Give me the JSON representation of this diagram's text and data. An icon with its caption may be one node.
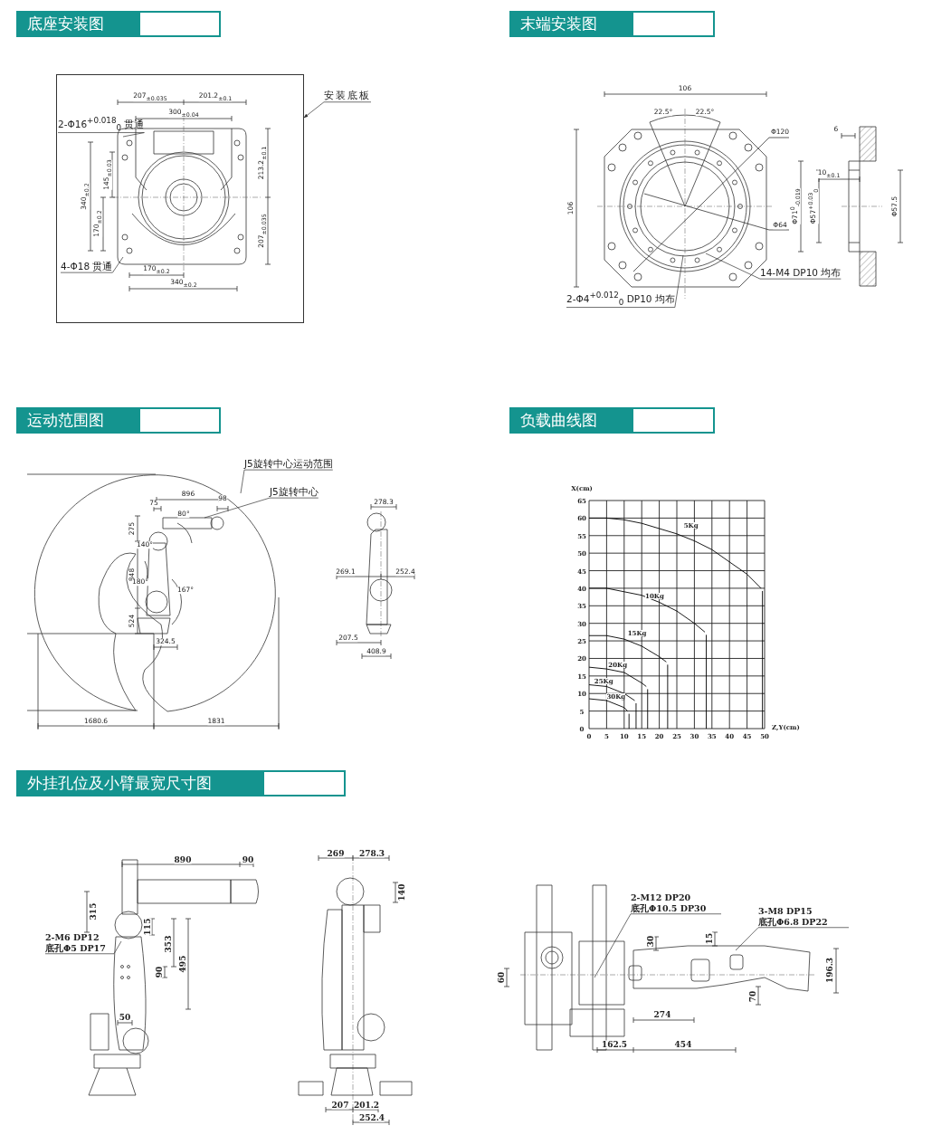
{
  "diagram": {
    "nodes": [
      {
        "text": [
          "底座安装图"
        ]
      },
      {
        "text": [],
        "shape": "box"
      },
      {
        "text": [
          "安装底板"
        ]
      },
      {
        "text": [
          "2-Φ16$^{+0.018}$$_{0}$ 贯通"
        ],
        "in": 1
      },
      {
        "text": [
          "4-Φ18 贯通"
        ],
        "in": 1
      },
      {
        "text": [
          "末端安装图"
        ]
      },
      {
        "text": [
          "14-M4 DP10 均布"
        ]
      },
      {
        "text": [
          "2-Φ4$^{+0.012}$$_{0}$ DP10 均布"
        ]
      },
      {
        "text": [
          "运动范围图"
        ]
      },
      {
        "text": [
          "J5旋转中心运动范围"
        ]
      },
      {
        "text": [
          "J5旋转中心"
        ]
      },
      {
        "text": [
          "负载曲线图"
        ]
      },
      {
        "text": [
          "外挂孔位及小臂最宽尺寸图"
        ]
      },
      {
        "text": [
          "2-M6 DP12 底孔Φ5 DP17"
        ]
      },
      {
        "text": [
          "2-M12 DP20 底孔Φ10.5 DP30"
        ]
      },
      {
        "text": [
          "3-M8 DP15 底孔Φ6.8 DP22"
        ]
      }
    ],
    "edges": [
      {
        "from": 2,
        "to": 1,
        "arrow": "to"
      },
      {
        "from": 3,
        "to": null,
        "arrow": "none"
      },
      {
        "from": 4,
        "to": null,
        "arrow": "none"
      },
      {
        "from": 6,
        "to": null,
        "arrow": "none"
      },
      {
        "from": 7,
        "to": null,
        "arrow": "none"
      },
      {
        "from": 9,
        "to": null,
        "arrow": "none"
      },
      {
        "from": 10,
        "to": null,
        "arrow": "none"
      },
      {
        "from": 13,
        "to": null,
        "arrow": "none"
      },
      {
        "from": 14,
        "to": null,
        "arrow": "none"
      },
      {
        "from": 15,
        "to": null,
        "arrow": "none"
      }
    ],
    "labels": [
      "207$_{±0.035}$",
      "201.2$_{±0.1}$",
      "300$_{±0.04}$",
      "340$_{±0.2}$",
      "170$_{±0.2}$",
      "145$_{±0.03}$",
      "213.2$_{±0.1}$",
      "207$_{±0.035}$",
      "170$_{±0.2}$",
      "340$_{±0.2}$",
      "106",
      "22.5°",
      "22.5°",
      "Φ120",
      "106",
      "Φ64",
      "6",
      "10$_{±0.1}$",
      "Φ71$^{0}$$_{-0.019}$",
      "Φ57$^{+0.03}$$_{0}$",
      "Φ57.5",
      "896",
      "75",
      "98",
      "80°",
      "275",
      "140°",
      "848",
      "180°",
      "167°",
      "524",
      "324.5",
      "1680.6",
      "1831",
      "278.3",
      "269.1",
      "252.4",
      "207.5",
      "408.9",
      "890",
      "90",
      "315",
      "115",
      "353",
      "495",
      "90",
      "50",
      "269",
      "278.3",
      "140",
      "207",
      "201.2",
      "252.4",
      "30",
      "15",
      "60",
      "196.3",
      "70",
      "274",
      "162.5",
      "454"
    ],
    "chart_data": {
      "type": "line",
      "xlabel": "Z,Y(cm)",
      "ylabel": "X(cm)",
      "grid": true,
      "x": [
        0,
        5,
        10,
        11,
        13,
        15,
        16.3,
        20,
        22,
        25,
        30,
        33,
        35,
        40,
        45,
        49
      ],
      "xlim": [
        0,
        50
      ],
      "ylim": [
        0,
        65
      ],
      "xticks": [
        0,
        5,
        10,
        15,
        20,
        25,
        30,
        35,
        40,
        45,
        50
      ],
      "yticks": [
        0,
        5,
        10,
        15,
        20,
        25,
        30,
        35,
        40,
        45,
        50,
        55,
        60,
        65
      ],
      "series": [
        {
          "name": "5Kg",
          "color": "#000000",
          "values": [
            60,
            60,
            59.5,
            null,
            null,
            58.5,
            null,
            57,
            null,
            55.5,
            53.5,
            null,
            51,
            47.5,
            44,
            40
          ]
        },
        {
          "name": "10Kg",
          "color": "#000000",
          "values": [
            40,
            40,
            39,
            null,
            null,
            38,
            null,
            36,
            null,
            33.5,
            30,
            27.5,
            null,
            null,
            null,
            null
          ]
        },
        {
          "name": "15Kg",
          "color": "#000000",
          "values": [
            26.5,
            26.5,
            25.5,
            null,
            null,
            23.5,
            null,
            20.5,
            19,
            null,
            null,
            null,
            null,
            null,
            null,
            null
          ]
        },
        {
          "name": "20Kg",
          "color": "#000000",
          "values": [
            17.5,
            17,
            16,
            null,
            null,
            13,
            12,
            null,
            null,
            null,
            null,
            null,
            null,
            null,
            null,
            null
          ]
        },
        {
          "name": "25Kg",
          "color": "#000000",
          "values": [
            12.5,
            12,
            10,
            null,
            8,
            null,
            null,
            null,
            null,
            null,
            null,
            null,
            null,
            null,
            null,
            null
          ]
        },
        {
          "name": "30Kg",
          "color": "#000000",
          "values": [
            8.5,
            8,
            6,
            5,
            null,
            null,
            null,
            null,
            null,
            null,
            null,
            null,
            null,
            null,
            null,
            null
          ]
        }
      ]
    }
  }
}
